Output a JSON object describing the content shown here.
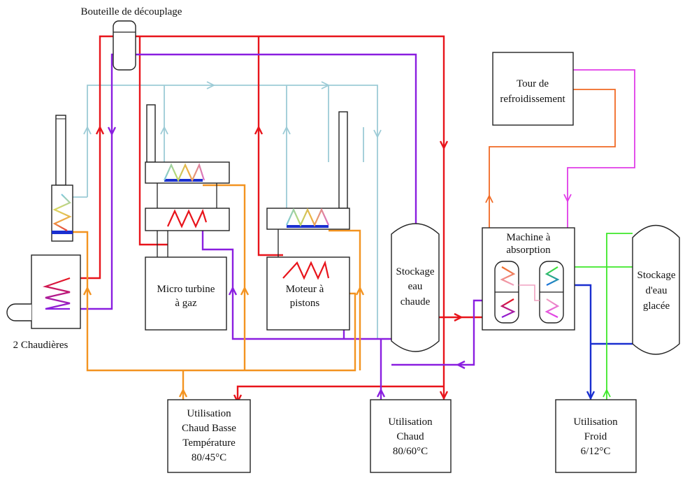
{
  "title": "Bouteille de découplage",
  "components": {
    "boilers": "2 Chaudières",
    "microturbine": [
      "Micro turbine",
      "à gaz"
    ],
    "engine": [
      "Moteur à",
      "pistons"
    ],
    "hot_storage": [
      "Stockage",
      "eau",
      "chaude"
    ],
    "absorption": [
      "Machine à",
      "absorption"
    ],
    "cooling_tower": [
      "Tour de",
      "refroidissement"
    ],
    "cold_storage": [
      "Stockage",
      "d'eau",
      "glacée"
    ]
  },
  "uses": {
    "low_temp": [
      "Utilisation",
      "Chaud Basse",
      "Température",
      "80/45°C"
    ],
    "hot": [
      "Utilisation",
      "Chaud",
      "80/60°C"
    ],
    "cold": [
      "Utilisation",
      "Froid",
      "6/12°C"
    ]
  },
  "colors": {
    "hot_supply": "#e8141b",
    "hot_return": "#8a1ee0",
    "low_temp": "#f39320",
    "cooling_water": "#9ccbd6",
    "tower_loop": "#f06a24",
    "magenta": "#e03ce8",
    "chilled_supply": "#1a2fd0",
    "chilled_return": "#3ee82a",
    "outline": "#222222"
  }
}
